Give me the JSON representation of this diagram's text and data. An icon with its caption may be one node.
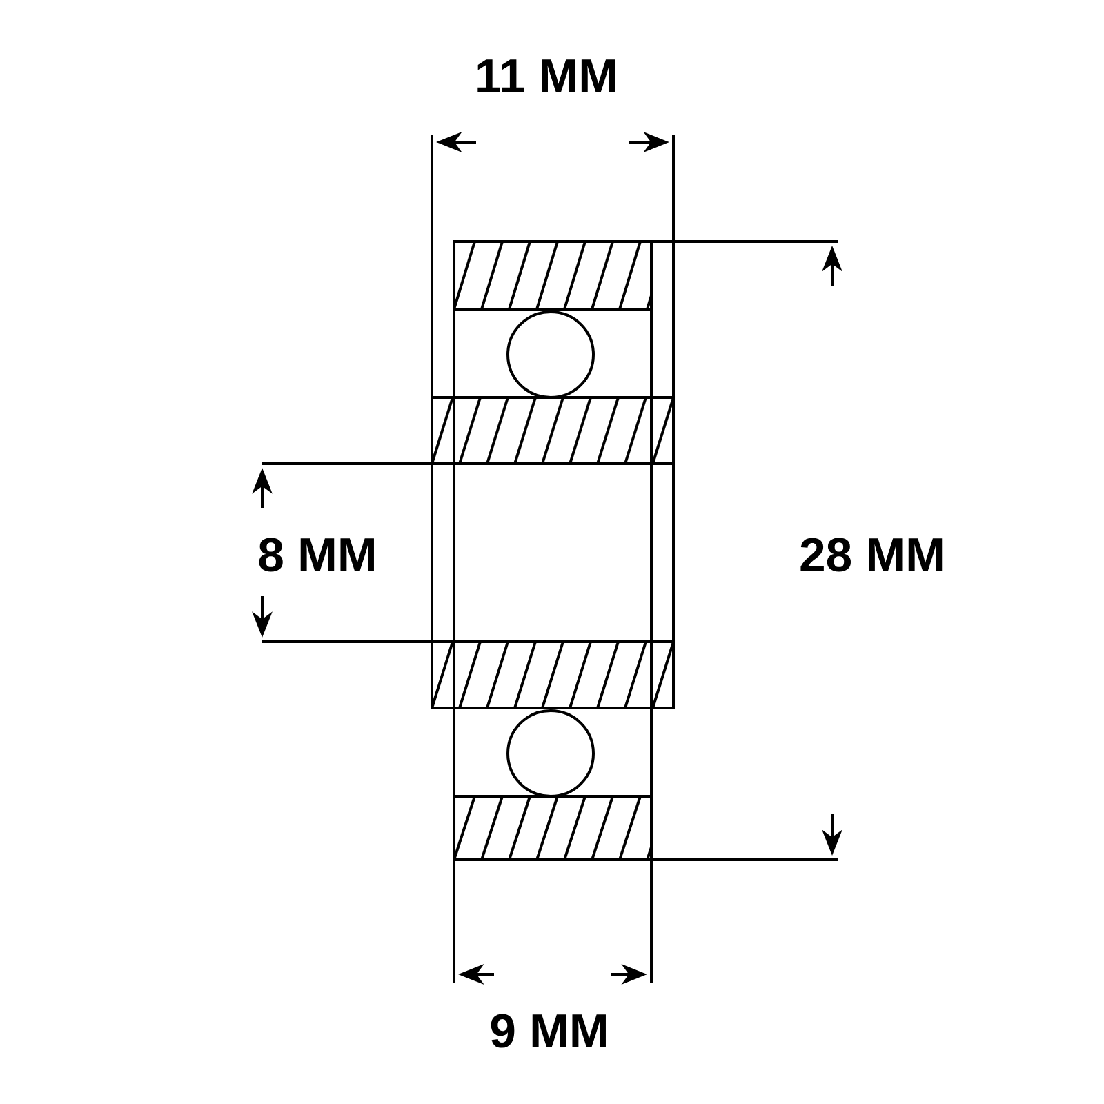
{
  "diagram": {
    "labels": [
      "11 MM",
      "8 MM",
      "28 MM",
      "9 MM"
    ]
  }
}
